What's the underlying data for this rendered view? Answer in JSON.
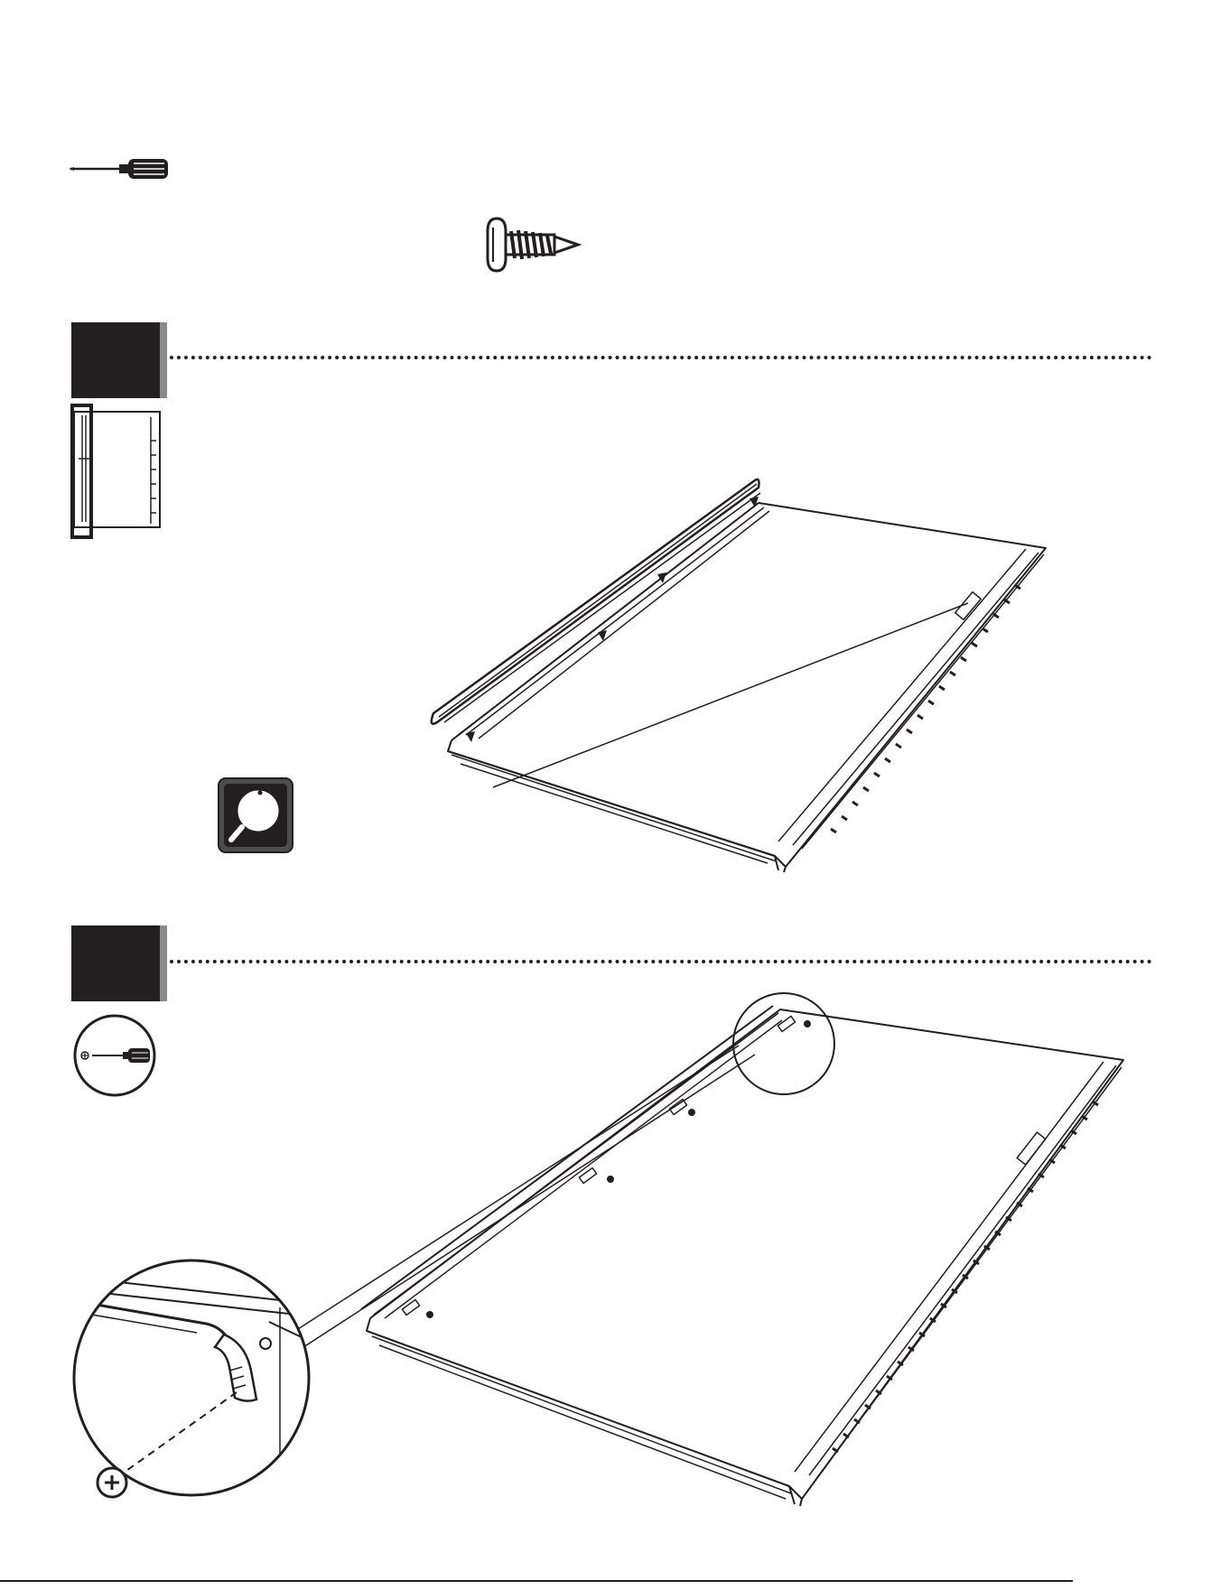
{
  "page": {
    "background": "#ffffff",
    "ink": "#231f20"
  },
  "tools": {
    "icons": [
      "screwdriver-icon",
      "screw-icon"
    ]
  },
  "steps": [
    {
      "illustration": "panel-with-rail-placement",
      "overview": "panel-location-thumbnail",
      "callout": "magnifier-detail-icon"
    },
    {
      "illustration": "panel-rail-screwed",
      "tool": "screwdriver-icon",
      "callout": "screw-detail-magnified"
    }
  ]
}
